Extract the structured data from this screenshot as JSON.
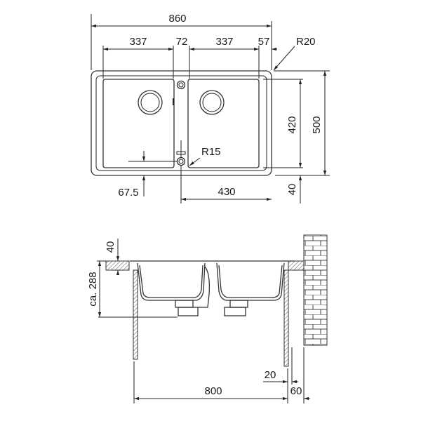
{
  "top_view": {
    "overall_width": "860",
    "left_bowl_width": "337",
    "divider_width": "72",
    "right_bowl_width": "337",
    "right_margin": "57",
    "corner_radius_outer": "R20",
    "corner_radius_inner": "R15",
    "bowl_depth": "420",
    "overall_depth": "500",
    "front_margin": "40",
    "half_width": "430",
    "drain_offset": "67.5"
  },
  "side_view": {
    "rim_height": "40",
    "installation_depth": "ca. 288",
    "cabinet_width": "800",
    "panel_thickness": "20",
    "wall_gap": "60"
  },
  "colors": {
    "line": "#222222",
    "background": "#ffffff"
  }
}
